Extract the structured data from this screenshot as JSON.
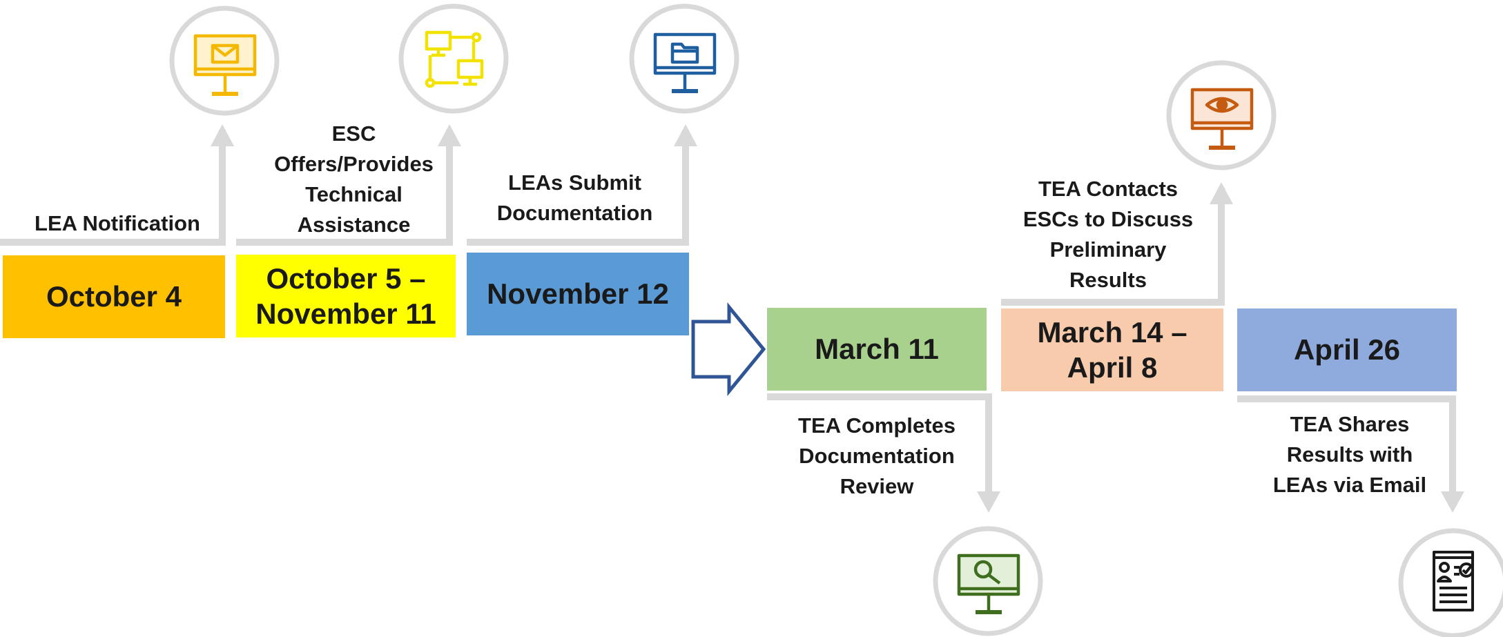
{
  "colors": {
    "connector": "#d9d9d9",
    "chevron_stroke": "#2f5597"
  },
  "milestones": [
    {
      "date": "October 4",
      "description": "LEA Notification",
      "color": "#ffc000",
      "icon": "monitor-envelope-icon",
      "icon_color": "#f5b800"
    },
    {
      "date": "October 5 –\nNovember 11",
      "description": "ESC\nOffers/Provides\nTechnical\nAssistance",
      "color": "#ffff00",
      "icon": "flowchart-icon",
      "icon_color": "#f2e200"
    },
    {
      "date": "November 12",
      "description": "LEAs Submit\nDocumentation",
      "color": "#5b9bd5",
      "icon": "monitor-folder-icon",
      "icon_color": "#1f5fa0"
    },
    {
      "date": "March 11",
      "description": "TEA Completes\nDocumentation\nReview",
      "color": "#a9d18e",
      "icon": "monitor-magnifier-icon",
      "icon_color": "#3f6e1e"
    },
    {
      "date": "March 14 –\nApril 8",
      "description": "TEA Contacts\nESCs to Discuss\nPreliminary\nResults",
      "color": "#f8cbad",
      "icon": "monitor-eye-icon",
      "icon_color": "#c55a11"
    },
    {
      "date": "April 26",
      "description": "TEA Shares\nResults with\nLEAs via Email",
      "color": "#8faadc",
      "icon": "checklist-document-icon",
      "icon_color": "#1a1a1a"
    }
  ]
}
